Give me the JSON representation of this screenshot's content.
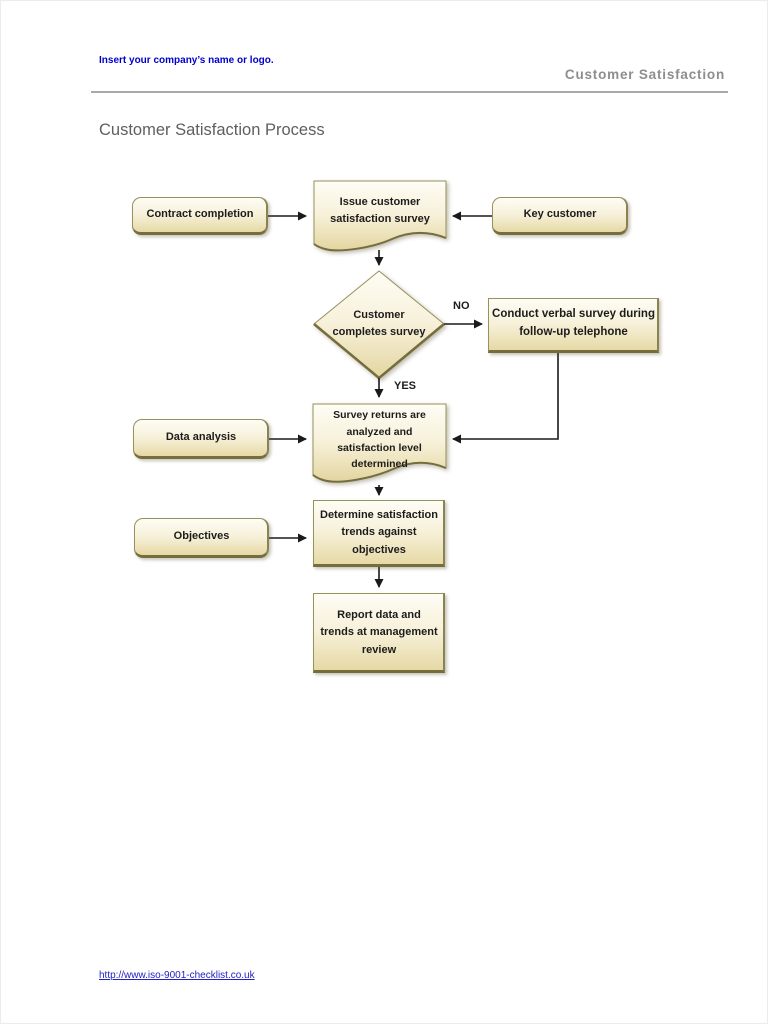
{
  "header": {
    "company_placeholder": "Insert your company’s name or logo.",
    "doc_title": "Customer Satisfaction"
  },
  "page": {
    "title": "Customer Satisfaction Process"
  },
  "flowchart": {
    "nodes": {
      "contract_completion": {
        "label": "Contract completion",
        "type": "terminator"
      },
      "issue_survey": {
        "label": "Issue customer satisfaction survey",
        "type": "document"
      },
      "key_customer": {
        "label": "Key customer",
        "type": "terminator"
      },
      "customer_completes": {
        "label": "Customer completes survey",
        "type": "decision"
      },
      "conduct_verbal": {
        "label": "Conduct verbal survey during follow-up telephone",
        "type": "process"
      },
      "data_analysis": {
        "label": "Data analysis",
        "type": "terminator"
      },
      "survey_returns": {
        "label": "Survey returns are analyzed and satisfaction level determined",
        "type": "document"
      },
      "objectives": {
        "label": "Objectives",
        "type": "terminator"
      },
      "determine_trends": {
        "label": "Determine satisfaction trends against objectives",
        "type": "process"
      },
      "report_data": {
        "label": "Report data and trends at management review",
        "type": "process"
      }
    },
    "edge_labels": {
      "no": "NO",
      "yes": "YES"
    },
    "colors": {
      "shape_fill_top": "#fefdf5",
      "shape_fill_bottom": "#e6d9a6",
      "shape_border": "#97915c",
      "shape_border_dark": "#756d3c",
      "arrow": "#1a1a1a",
      "header_blue": "#0000cd",
      "header_gray": "#8e8e8e",
      "link_blue": "#2121c4"
    }
  },
  "footer": {
    "link": "http://www.iso-9001-checklist.co.uk"
  }
}
